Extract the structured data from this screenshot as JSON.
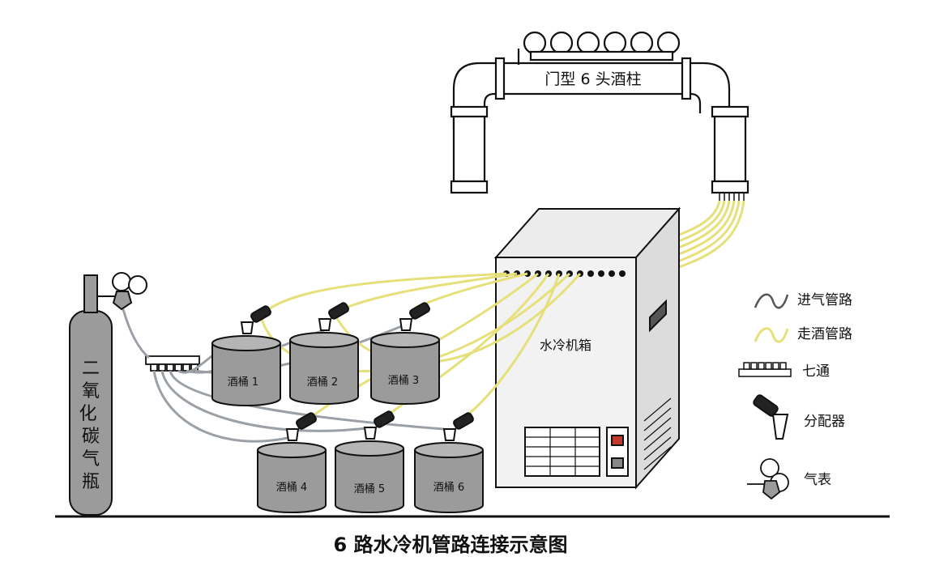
{
  "diagram": {
    "title": "6 路水冷机管路连接示意图",
    "tower_label": "门型 6 头酒柱",
    "chiller_label": "水冷机箱",
    "cylinder_label": "二氧化碳气瓶",
    "kegs": [
      "酒桶 1",
      "酒桶 2",
      "酒桶 3",
      "酒桶 4",
      "酒桶 5",
      "酒桶 6"
    ],
    "legend": {
      "gas_line": "进气管路",
      "beer_line": "走酒管路",
      "manifold": "七通",
      "coupler": "分配器",
      "gauge": "气表"
    }
  },
  "colors": {
    "gas_line": "#9aa0a6",
    "beer_line": "#e6e07a",
    "keg_fill": "#9b9b9b",
    "chiller_fill": "#ececec",
    "outline": "#111111"
  }
}
